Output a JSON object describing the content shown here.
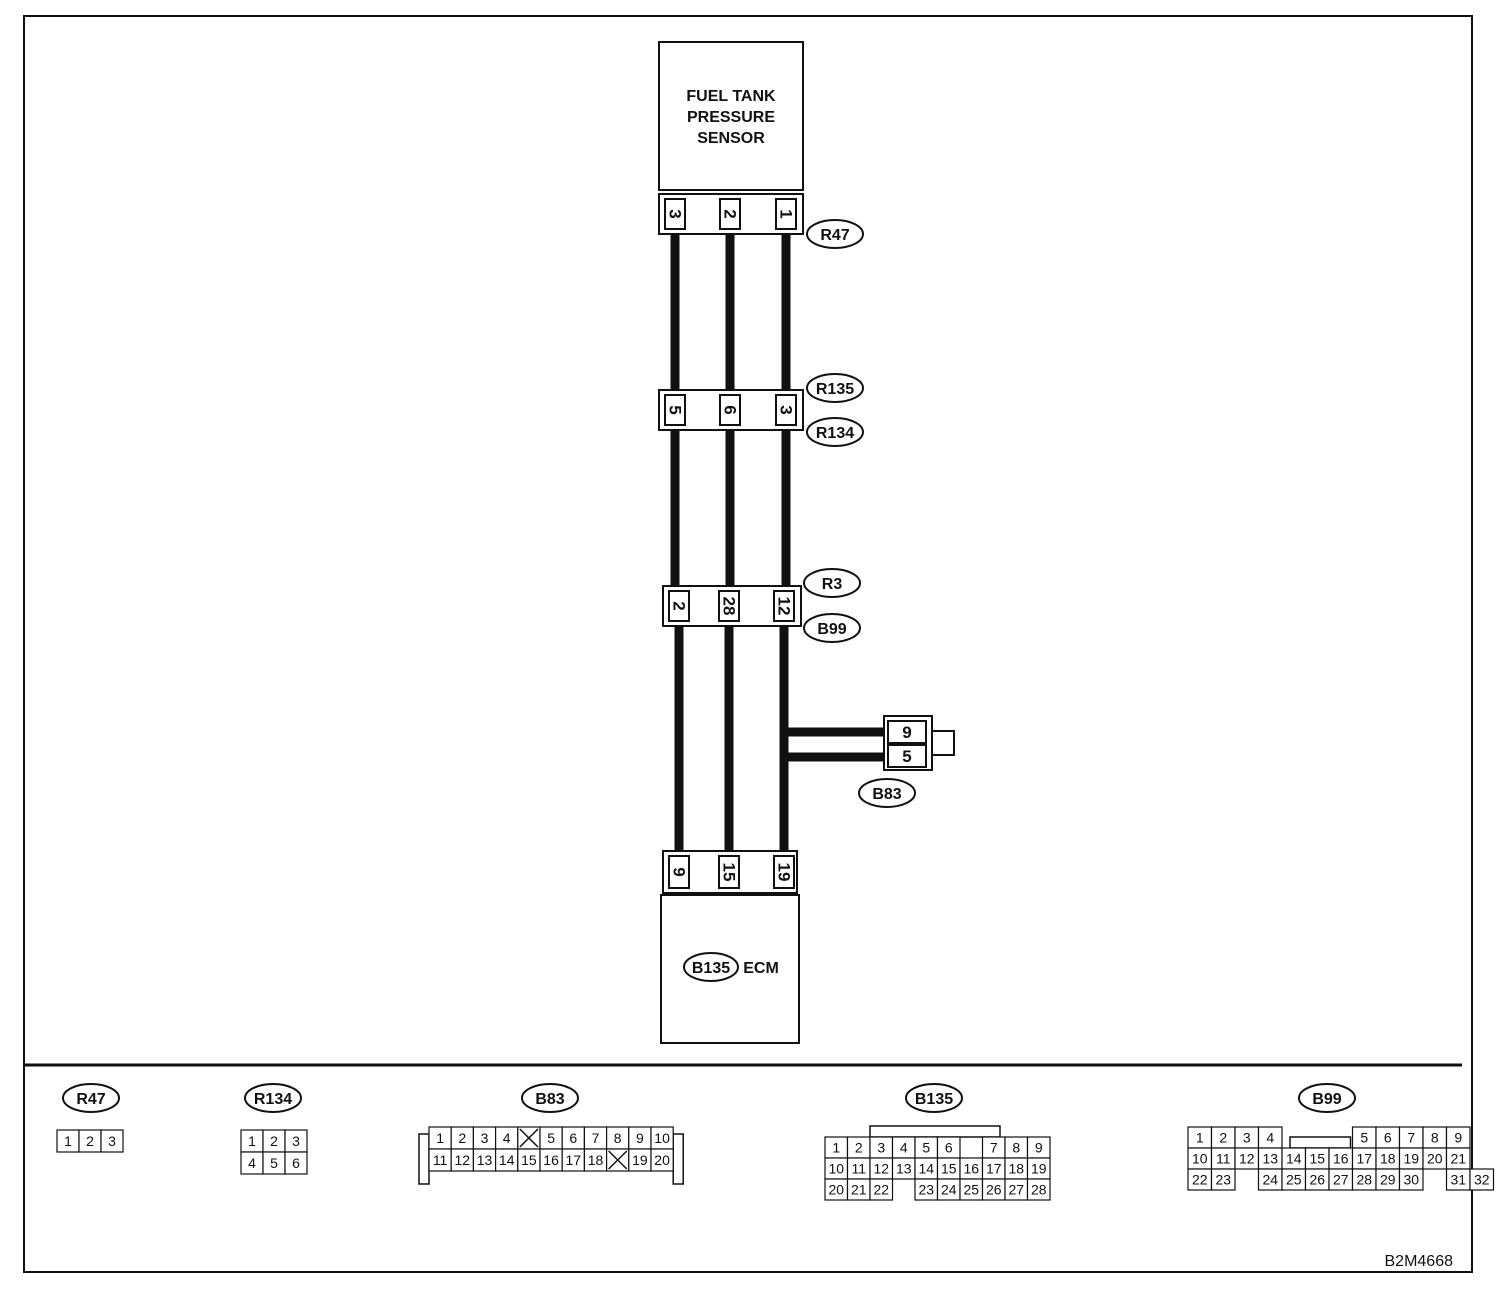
{
  "components": {
    "sensor": {
      "lines": [
        "FUEL TANK",
        "PRESSURE",
        "SENSOR"
      ]
    },
    "ecm": {
      "connector": "B135",
      "label": "ECM"
    }
  },
  "connectors": {
    "r47": {
      "label": "R47",
      "pins": [
        "3",
        "2",
        "1"
      ]
    },
    "r135_r134": {
      "label_top": "R135",
      "label_bottom": "R134",
      "pins": [
        "5",
        "6",
        "3"
      ]
    },
    "r3_b99": {
      "label_top": "R3",
      "label_bottom": "B99",
      "pins": [
        "2",
        "28",
        "12"
      ]
    },
    "b83": {
      "label": "B83",
      "pins": [
        "9",
        "5"
      ]
    },
    "ecm": {
      "pins": [
        "9",
        "15",
        "19"
      ]
    }
  },
  "connector_views": [
    {
      "name": "R47",
      "rows": [
        [
          "1",
          "2",
          "3"
        ]
      ]
    },
    {
      "name": "R134",
      "rows": [
        [
          "1",
          "2",
          "3"
        ],
        [
          "4",
          "5",
          "6"
        ]
      ]
    },
    {
      "name": "B83",
      "rows": [
        [
          "1",
          "2",
          "3",
          "4",
          "X",
          "5",
          "6",
          "7",
          "8",
          "9",
          "10"
        ],
        [
          "11",
          "12",
          "13",
          "14",
          "15",
          "16",
          "17",
          "18",
          "X",
          "19",
          "20"
        ]
      ]
    },
    {
      "name": "B135",
      "rows": [
        [
          "1",
          "2",
          "3",
          "4",
          "5",
          "6",
          "",
          "7",
          "8",
          "9"
        ],
        [
          "10",
          "11",
          "12",
          "13",
          "14",
          "15",
          "16",
          "17",
          "18",
          "19"
        ],
        [
          "20",
          "21",
          "22",
          "",
          "23",
          "24",
          "25",
          "26",
          "27",
          "28"
        ]
      ]
    },
    {
      "name": "B99",
      "rows": [
        [
          "1",
          "2",
          "3",
          "4",
          "",
          "",
          "",
          "5",
          "6",
          "7",
          "8",
          "9"
        ],
        [
          "10",
          "11",
          "12",
          "13",
          "14",
          "15",
          "16",
          "17",
          "18",
          "19",
          "20",
          "21"
        ],
        [
          "22",
          "23",
          "",
          "24",
          "25",
          "26",
          "27",
          "28",
          "29",
          "30",
          "",
          "31",
          "32"
        ]
      ]
    }
  ],
  "figure_id": "B2M4668"
}
